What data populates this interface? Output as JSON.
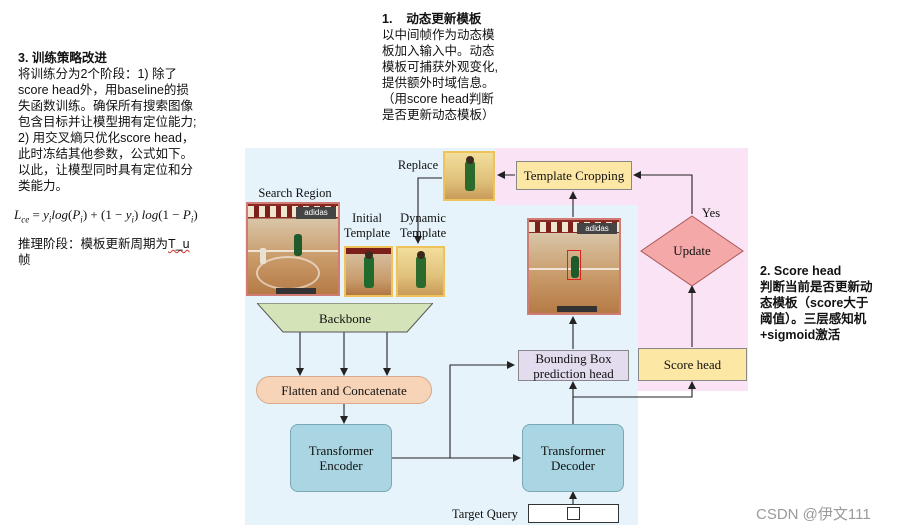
{
  "notes": {
    "training": {
      "heading": "3. 训练策略改进",
      "lines": [
        "将训练分为2个阶段：1) 除了",
        "score head外，用baseline的损",
        "失函数训练。确保所有搜索图像",
        "包含目标并让模型拥有定位能力;",
        "2) 用交叉熵只优化score head，",
        "此时冻结其他参数，公式如下。",
        "以此，让模型同时具有定位和分",
        "类能力。"
      ],
      "inference_prefix": "推理阶段：模板更新周期为",
      "inference_var": "T_u",
      "inference_tail": "帧"
    },
    "template": {
      "heading": "1.    动态更新模板",
      "lines": [
        "以中间帧作为动态模",
        "板加入输入中。动态",
        "模板可捕获外观变化,",
        "提供额外时域信息。",
        "（用score head判断",
        "是否更新动态模板）"
      ]
    },
    "score": {
      "heading_lines": [
        "2. Score head",
        "判断当前是否更新动",
        "态模板（score大于",
        "阈值）。三层感知机",
        "+sigmoid激活"
      ]
    }
  },
  "formula": {
    "lhs": "L",
    "lhs_sub": "ce",
    "eq": "=",
    "t1": "y",
    "t1_sub": "i",
    "log1": "log",
    "p1": "P",
    "p1_sub": "i",
    "plus": "+",
    "one_minus": "1 −",
    "y2": "y",
    "y2_sub": "i",
    "log2": "log",
    "p2": "P",
    "p2_sub": "i"
  },
  "diagram": {
    "search_region": "Search Region",
    "initial_template": "Initial\nTemplate",
    "dynamic_template": "Dynamic\nTemplate",
    "replace": "Replace",
    "yes": "Yes",
    "backbone": "Backbone",
    "flatten": "Flatten and Concatenate",
    "encoder": "Transformer\nEncoder",
    "decoder": "Transformer\nDecoder",
    "target_query": "Target Query",
    "bbox_head": "Bounding Box\nprediction head",
    "score_head": "Score head",
    "template_cropping": "Template Cropping",
    "update": "Update",
    "adidas": "adidas"
  },
  "watermark": "CSDN @伊文111",
  "colors": {
    "blue_panel": "#e6f3fa",
    "pink_panel": "#fbe3f6",
    "backbone": "#d4e4b8",
    "flatten": "#f7d4b8",
    "transformer": "#a9d6e2",
    "bbox": "#e3dcee",
    "score": "#fde7a4",
    "update": "#f5a8a8",
    "photo_border": "#d07b74"
  }
}
